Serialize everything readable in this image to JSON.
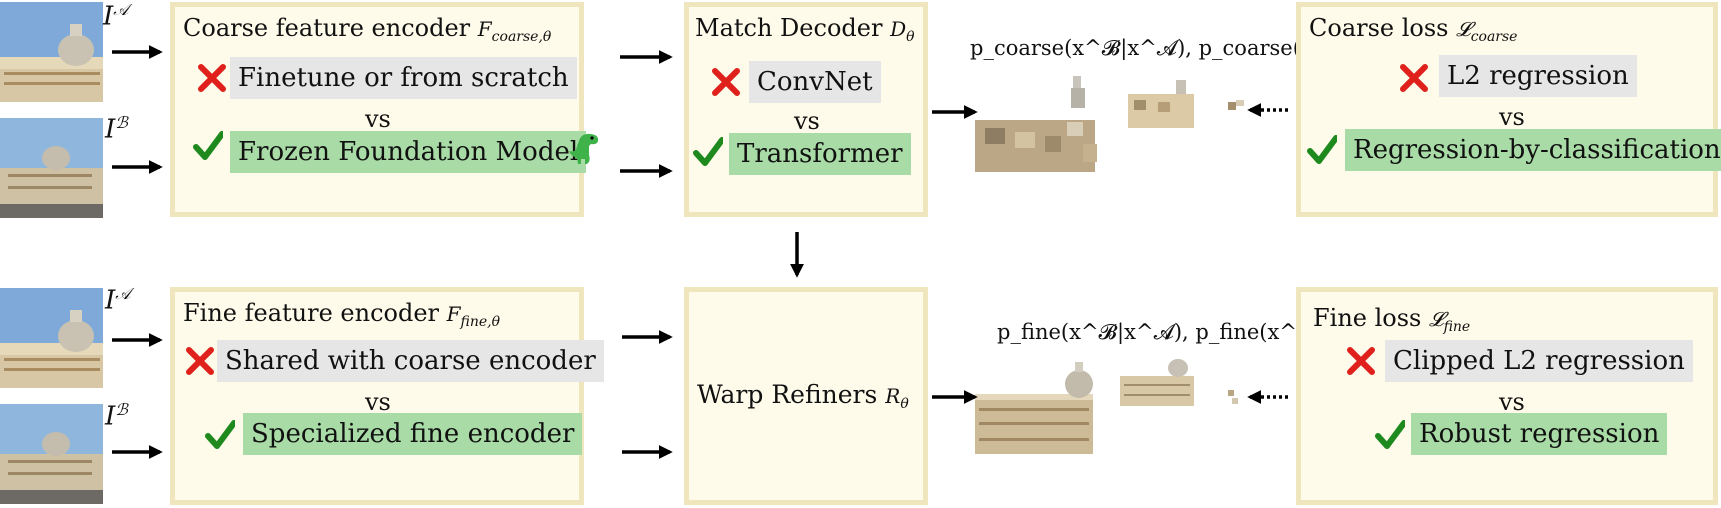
{
  "coarse_encoder": {
    "title": "Coarse feature encoder",
    "symbol": "F",
    "subscript": "coarse,θ",
    "bad_option": "Finetune or from scratch",
    "vs": "vs",
    "good_option": "Frozen Foundation Model"
  },
  "match_decoder": {
    "title": "Match Decoder",
    "symbol": "D",
    "subscript": "θ",
    "bad_option": "ConvNet",
    "vs": "vs",
    "good_option": "Transformer"
  },
  "coarse_loss": {
    "title": "Coarse loss",
    "symbol": "𝓛",
    "subscript": "coarse",
    "bad_option": "L2 regression",
    "vs": "vs",
    "good_option": "Regression-by-classification"
  },
  "fine_encoder": {
    "title": "Fine feature encoder",
    "symbol": "F",
    "subscript": "fine,θ",
    "bad_option": "Shared with coarse encoder",
    "vs": "vs",
    "good_option": "Specialized fine encoder"
  },
  "warp_refiners": {
    "title": "Warp Refiners",
    "symbol": "R",
    "subscript": "θ"
  },
  "fine_loss": {
    "title": "Fine loss",
    "symbol": "𝓛",
    "subscript": "fine",
    "bad_option": "Clipped L2 regression",
    "vs": "vs",
    "good_option": "Robust regression"
  },
  "coarse_prob_label": "p_coarse(x^𝓑|x^𝓐), p_coarse(x^𝓐)",
  "fine_prob_label": "p_fine(x^𝓑|x^𝓐), p_fine(x^𝓐)",
  "image_labels": {
    "a_symbol": "I",
    "a_super": "𝒜",
    "b_symbol": "I",
    "b_super": "ℬ"
  },
  "colors": {
    "box_fill": "#fefbea",
    "box_border": "#efe6bd",
    "bad_highlight": "#e6e6e6",
    "good_highlight": "#a8dba5",
    "cross": "#e0201b",
    "check": "#1e8a1e"
  },
  "icons": {
    "bad": "cross-mark-icon",
    "good": "check-mark-icon",
    "dinosaur": "dinosaur-icon"
  }
}
